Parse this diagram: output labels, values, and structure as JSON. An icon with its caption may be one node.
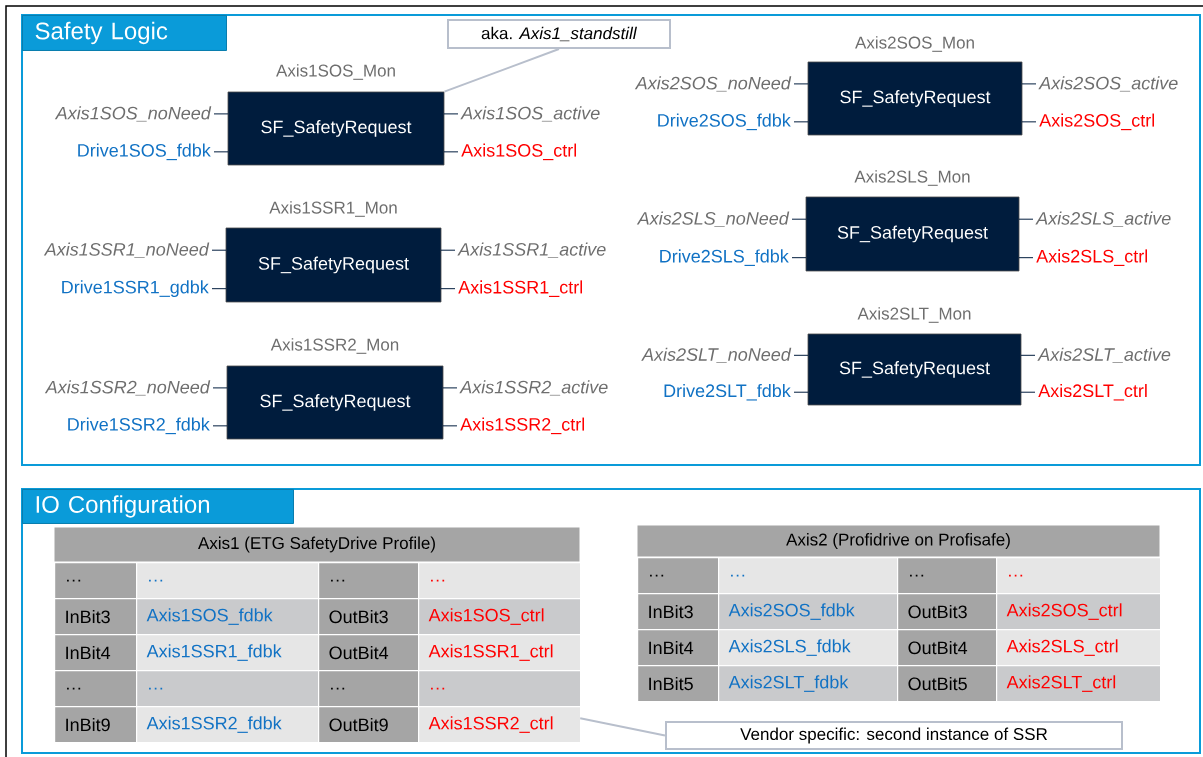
{
  "diagram": {
    "nodes": [
      {
        "text": [
          "Safety Logic"
        ]
      },
      {
        "text": [
          "aka. *Axis1_standstill*"
        ],
        "in": 0
      },
      {
        "text": [
          "Axis1SOS_Mon",
          "SF_SafetyRequest"
        ],
        "beside": [
          "Axis1SOS_noNeed",
          "Drive1SOS_fdbk",
          "Axis1SOS_active",
          "Axis1SOS_ctrl"
        ],
        "in": 0
      },
      {
        "text": [
          "Axis2SOS_Mon",
          "SF_SafetyRequest"
        ],
        "beside": [
          "Axis2SOS_noNeed",
          "Drive2SOS_fdbk",
          "Axis2SOS_active",
          "Axis2SOS_ctrl"
        ],
        "in": 0
      },
      {
        "text": [
          "Axis1SSR1_Mon",
          "SF_SafetyRequest"
        ],
        "beside": [
          "Axis1SSR1_noNeed",
          "Drive1SSR1_gdbk",
          "Axis1SSR1_active",
          "Axis1SSR1_ctrl"
        ],
        "in": 0
      },
      {
        "text": [
          "Axis2SLS_Mon",
          "SF_SafetyRequest"
        ],
        "beside": [
          "Axis2SLS_noNeed",
          "Drive2SLS_fdbk",
          "Axis2SLS_active",
          "Axis2SLS_ctrl"
        ],
        "in": 0
      },
      {
        "text": [
          "Axis1SSR2_Mon",
          "SF_SafetyRequest"
        ],
        "beside": [
          "Axis1SSR2_noNeed",
          "Drive1SSR2_fdbk",
          "Axis1SSR2_active",
          "Axis1SSR2_ctrl"
        ],
        "in": 0
      },
      {
        "text": [
          "Axis2SLT_Mon",
          "SF_SafetyRequest"
        ],
        "beside": [
          "Axis2SLT_noNeed",
          "Drive2SLT_fdbk",
          "Axis2SLT_active",
          "Axis2SLT_ctrl"
        ],
        "in": 0
      },
      {
        "text": [
          "IO Configuration"
        ]
      },
      {
        "text": [
          "Axis1 (ETG SafetyDrive Profile)",
          "…",
          "…",
          "…",
          "…",
          "InBit3",
          "Axis1SOS_fdbk",
          "OutBit3",
          "Axis1SOS_ctrl",
          "InBit4",
          "Axis1SSR1_fdbk",
          "OutBit4",
          "Axis1SSR1_ctrl",
          "…",
          "…",
          "…",
          "…",
          "InBit9",
          "Axis1SSR2_fdbk",
          "OutBit9",
          "Axis1SSR2_ctrl"
        ],
        "in": 8
      },
      {
        "text": [
          "Axis2 (Profidrive on Profisafe)",
          "…",
          "…",
          "…",
          "…",
          "InBit3",
          "Axis2SOS_fdbk",
          "OutBit3",
          "Axis2SOS_ctrl",
          "InBit4",
          "Axis2SLS_fdbk",
          "OutBit4",
          "Axis2SLS_ctrl",
          "InBit5",
          "Axis2SLT_fdbk",
          "OutBit5",
          "Axis2SLT_ctrl"
        ],
        "in": 8
      },
      {
        "text": [
          "Vendor specific: second instance of SSR"
        ],
        "in": 8
      }
    ],
    "edges": [
      {
        "from": 1,
        "to": 2,
        "arrow": "none"
      },
      {
        "from": 11,
        "to": 9,
        "arrow": "none"
      }
    ]
  }
}
